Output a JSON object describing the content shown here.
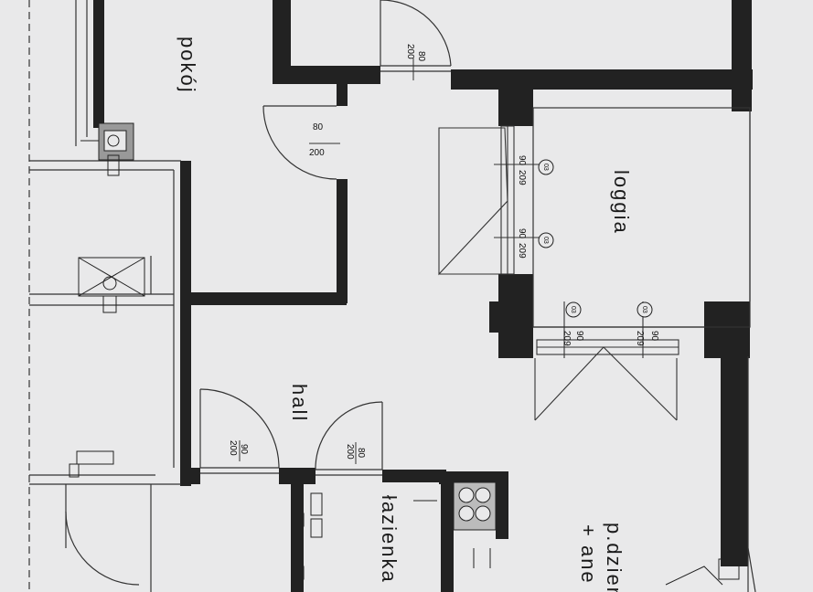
{
  "rooms": {
    "pokoj": "pokój",
    "hall": "hall",
    "loggia": "loggia",
    "lazienka": "łazienka",
    "pdzienny_line1": "p.dzien",
    "pdzienny_line2": "+ ane"
  },
  "doors": {
    "top": {
      "w": "80",
      "h": "200"
    },
    "pokoj": {
      "w": "80",
      "h": "200"
    },
    "hall_left": {
      "w": "90",
      "h": "200"
    },
    "hall_right": {
      "w": "80",
      "h": "200"
    }
  },
  "windows": {
    "loggia_top": {
      "w": "90",
      "h": "209",
      "mark": "03"
    },
    "loggia_mid": {
      "w": "90",
      "h": "209",
      "mark": "03"
    },
    "loggia_bot_left": {
      "w": "90",
      "h": "209",
      "mark": "03"
    },
    "loggia_bot_right": {
      "w": "90",
      "h": "209",
      "mark": "03"
    }
  },
  "colors": {
    "wall": "#222222",
    "line": "#333333",
    "paper": "#e9e9ea"
  }
}
